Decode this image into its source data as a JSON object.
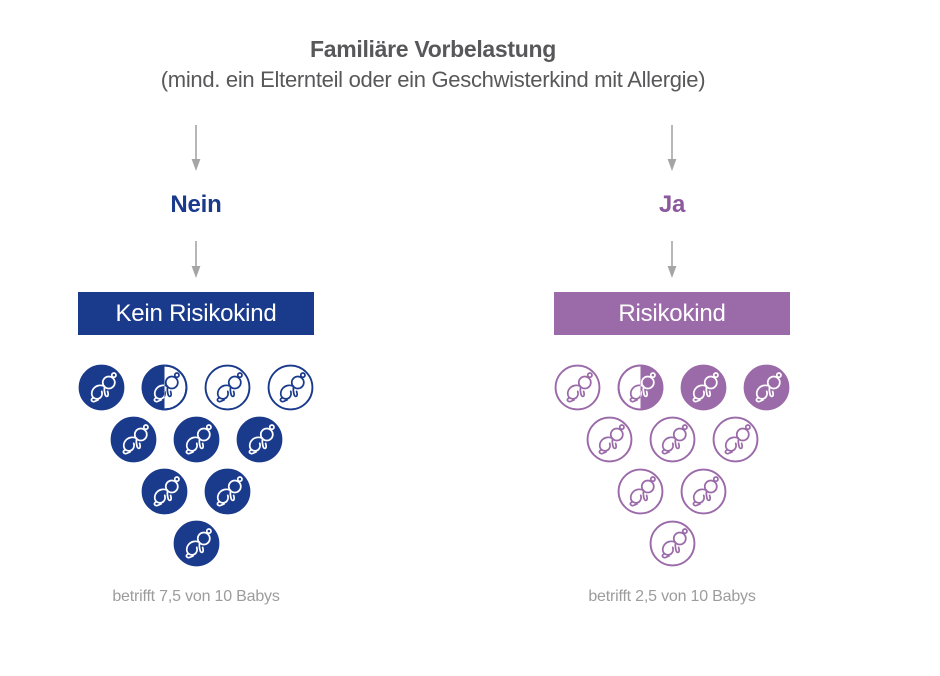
{
  "title": {
    "heading": "Familiäre Vorbelastung",
    "subheading": "(mind. ein Elternteil oder ein Geschwisterkind mit Allergie)"
  },
  "colors": {
    "blue": "#1A3A8C",
    "purple": "#9B6AA8",
    "purple_text": "#8D599E",
    "title_gray": "#58585A",
    "caption_gray": "#9C9C9C",
    "arrow_gray": "#A5A5A5",
    "banner_text": "#FFFFFF"
  },
  "icons": {
    "baby": "crawling-baby-icon",
    "arrow": "down-arrow-icon"
  },
  "columns": [
    {
      "id": "no-family-history",
      "answer_label": "Nein",
      "banner_label": "Kein Risikokind",
      "caption": "betrifft 7,5 von 10 Babys",
      "color_key": "blue",
      "half_fill_side": "left",
      "pyramid_rows": [
        [
          "filled",
          "half",
          "outline",
          "outline"
        ],
        [
          "filled",
          "filled",
          "filled"
        ],
        [
          "filled",
          "filled"
        ],
        [
          "filled"
        ]
      ]
    },
    {
      "id": "family-history",
      "answer_label": "Ja",
      "banner_label": "Risikokind",
      "caption": "betrifft 2,5 von 10 Babys",
      "color_key": "purple",
      "half_fill_side": "right",
      "pyramid_rows": [
        [
          "outline",
          "half",
          "filled",
          "filled"
        ],
        [
          "outline",
          "outline",
          "outline"
        ],
        [
          "outline",
          "outline"
        ],
        [
          "outline"
        ]
      ]
    }
  ]
}
